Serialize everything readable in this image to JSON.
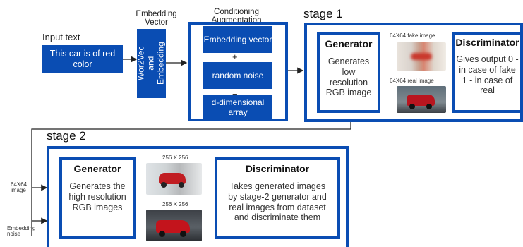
{
  "input": {
    "label": "Input text",
    "text": "This car is of red color"
  },
  "embedding": {
    "title": "Embedding Vector",
    "box_text": "Wor2Vec and Embedding"
  },
  "conditioning": {
    "title": "Conditioning Augmentation",
    "vector": "Embedding vector",
    "plus": "+",
    "noise": "random noise",
    "equals": "=",
    "array": "d-dimensional array"
  },
  "stage1": {
    "title": "stage 1",
    "generator_head": "Generator",
    "generator_body": "Generates low resolution RGB image",
    "fake_label": "64X64 fake image",
    "real_label": "64X64 real image",
    "discriminator_head": "Discriminator",
    "discriminator_body": "Gives output 0 - in case of fake 1 - in case of real"
  },
  "stage2": {
    "title": "stage 2",
    "input_image_label": "64X64 image",
    "noise_label": "Embedding noise",
    "generator_head": "Generator",
    "generator_body": "Generates the high resolution RGB images",
    "img1_label": "256 X 256",
    "img2_label": "256 X 256",
    "discriminator_head": "Discriminator",
    "discriminator_body": "Takes generated images by stage-2 generator and real images from dataset and discriminate them"
  },
  "colors": {
    "primary": "#0a4db3",
    "line": "#222222"
  }
}
